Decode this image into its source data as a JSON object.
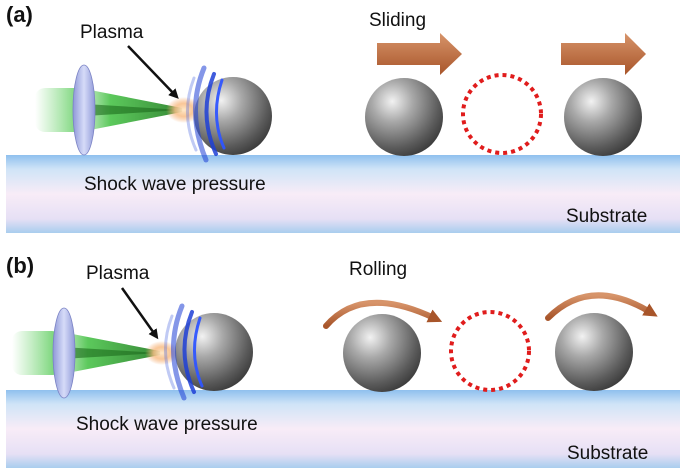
{
  "panels": [
    {
      "tag": "(a)",
      "plasma_label": "Plasma",
      "motion_label": "Sliding",
      "shock_label": "Shock wave pressure",
      "substrate_label": "Substrate"
    },
    {
      "tag": "(b)",
      "plasma_label": "Plasma",
      "motion_label": "Rolling",
      "shock_label": "Shock wave pressure",
      "substrate_label": "Substrate"
    }
  ],
  "colors": {
    "substrate_top": "#9ec8ef",
    "substrate_mid": "#f6eaf6",
    "laser_green": "#3fbf3f",
    "lens": "#b9c1ef",
    "plasma": "#f4b07a",
    "shock_blue": "#1f3fd6",
    "sphere": "#7a7a7a",
    "arrow_brown": "#b8673a",
    "dotted_circle": "#e01c1c"
  }
}
